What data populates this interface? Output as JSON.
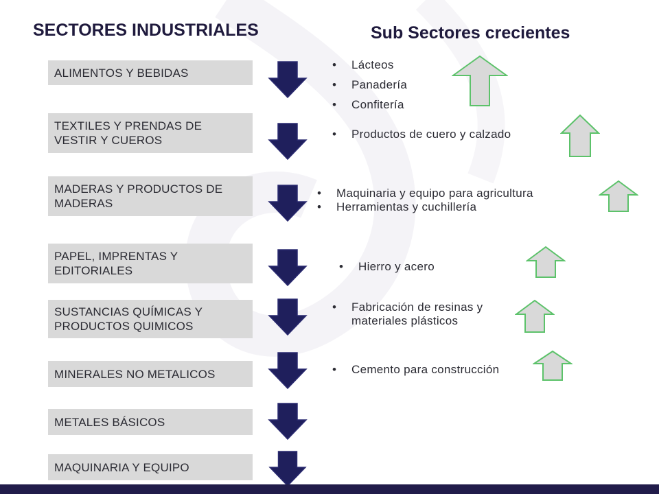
{
  "titles": {
    "left": "SECTORES INDUSTRIALES",
    "right": "Sub Sectores crecientes"
  },
  "sectors": [
    {
      "label": "ALIMENTOS Y BEBIDAS"
    },
    {
      "label": "TEXTILES Y PRENDAS DE VESTIR Y CUEROS"
    },
    {
      "label": "MADERAS Y PRODUCTOS DE MADERAS"
    },
    {
      "label": "PAPEL, IMPRENTAS Y EDITORIALES"
    },
    {
      "label": "SUSTANCIAS QUÍMICAS Y PRODUCTOS QUIMICOS"
    },
    {
      "label": "MINERALES NO METALICOS"
    },
    {
      "label": "METALES BÁSICOS"
    },
    {
      "label": "MAQUINARIA Y EQUIPO"
    }
  ],
  "subsectors": {
    "group1": [
      "Lácteos",
      "Panadería",
      "Confitería"
    ],
    "group2": [
      "Productos de cuero y calzado"
    ],
    "group3": [
      "Maquinaria y equipo para agricultura",
      "Herramientas y cuchillería"
    ],
    "group4": [
      "Hierro y acero"
    ],
    "group5": [
      "Fabricación de resinas y",
      "materiales plásticos"
    ],
    "group6": [
      "Cemento para construcción"
    ]
  },
  "icons": {
    "down": "down-arrow-icon",
    "up": "up-arrow-icon"
  },
  "colors": {
    "title": "#1f1a3d",
    "box": "#d9d9d9",
    "down_arrow": "#1f1f5c",
    "up_arrow_fill": "#d9d9d9",
    "up_arrow_stroke": "#5cc26a",
    "bottom_bar": "#211c4a"
  }
}
